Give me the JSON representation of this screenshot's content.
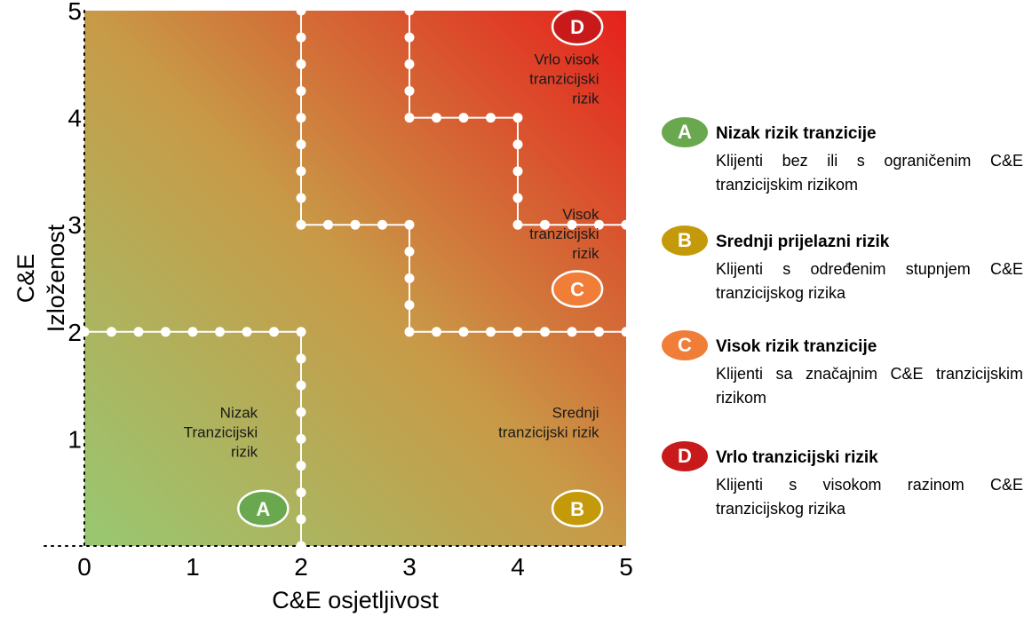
{
  "chart_data": {
    "type": "risk-matrix",
    "xlabel": "C&E osjetljivost",
    "ylabel_lines": [
      "C&E",
      "Izloženost"
    ],
    "x_ticks": [
      "0",
      "1",
      "2",
      "3",
      "4",
      "5"
    ],
    "y_ticks": [
      "1",
      "2",
      "3",
      "4",
      "5"
    ],
    "xlim": [
      0,
      5
    ],
    "ylim": [
      0,
      5
    ],
    "gradient_colors": {
      "low_left": "#98c872",
      "middle": "#c89a47",
      "high_right": "#e6201c"
    },
    "boundaries": [
      {
        "name": "a-b-boundary",
        "points": [
          [
            0,
            2
          ],
          [
            2,
            2
          ],
          [
            2,
            0
          ]
        ]
      },
      {
        "name": "b-c-boundary",
        "points": [
          [
            2,
            5
          ],
          [
            2,
            3
          ],
          [
            3,
            3
          ],
          [
            3,
            2
          ],
          [
            5,
            2
          ]
        ]
      },
      {
        "name": "c-d-boundary",
        "points": [
          [
            3,
            5
          ],
          [
            3,
            4
          ],
          [
            4,
            4
          ],
          [
            4,
            3
          ],
          [
            5,
            3
          ]
        ]
      }
    ],
    "zones": [
      {
        "id": "A",
        "label_lines": [
          "Nizak",
          "Tranzicijski",
          "rizik"
        ],
        "label_anchor": [
          1.6,
          1.2
        ],
        "badge_at": [
          1.65,
          0.35
        ],
        "badge_color": "#6aa84f"
      },
      {
        "id": "B",
        "label_lines": [
          "Srednji",
          "tranzicijski rizik"
        ],
        "label_anchor": [
          4.75,
          1.2
        ],
        "badge_at": [
          4.55,
          0.35
        ],
        "badge_color": "#c49a0b"
      },
      {
        "id": "C",
        "label_lines": [
          "Visok",
          "tranzicijski",
          "rizik"
        ],
        "label_anchor": [
          4.75,
          3.05
        ],
        "badge_at": [
          4.55,
          2.4
        ],
        "badge_color": "#f07e38"
      },
      {
        "id": "D",
        "label_lines": [
          "Vrlo visok",
          "tranzicijski",
          "rizik"
        ],
        "label_anchor": [
          4.75,
          4.5
        ],
        "badge_at": [
          4.55,
          4.85
        ],
        "badge_color": "#c81a1a"
      }
    ]
  },
  "legend": {
    "items": [
      {
        "badge": "A",
        "color": "#6aa84f",
        "title": "Nizak rizik tranzicije",
        "desc": "Klijenti bez ili s ograničenim C&E tranzicijskim rizikom"
      },
      {
        "badge": "B",
        "color": "#c49a0b",
        "title": "Srednji prijelazni rizik",
        "desc": "Klijenti s određenim stupnjem C&E tranzicijskog rizika"
      },
      {
        "badge": "C",
        "color": "#f07e38",
        "title": "Visok rizik tranzicije",
        "desc": "Klijenti sa značajnim C&E tranzicijskim rizikom"
      },
      {
        "badge": "D",
        "color": "#c81a1a",
        "title": "Vrlo tranzicijski rizik",
        "desc": "Klijenti s visokom razinom C&E tranzicijskog rizika"
      }
    ]
  }
}
